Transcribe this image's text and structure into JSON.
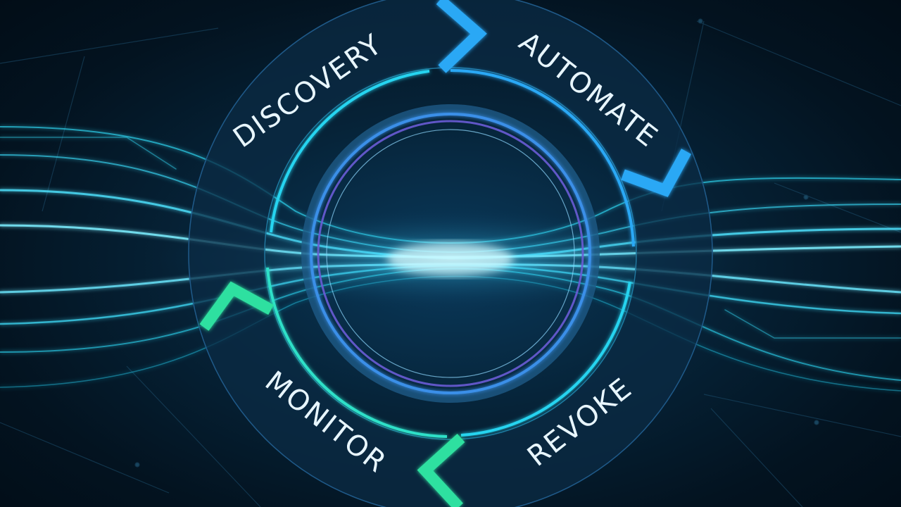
{
  "cycle": {
    "stages": [
      {
        "label": "DISCOVERY"
      },
      {
        "label": "AUTOMATE"
      },
      {
        "label": "REVOKE"
      },
      {
        "label": "MONITOR"
      }
    ]
  },
  "colors": {
    "background": "#031320",
    "ring_cyan": "#25d4f0",
    "ring_blue": "#3a8fe8",
    "ring_purple": "#6a5cd6",
    "arrow_blue": "#2aa8f5",
    "arrow_green": "#2fe0a0",
    "light_streak": "#4fe4ff",
    "label_text": "#e8f6ff"
  }
}
